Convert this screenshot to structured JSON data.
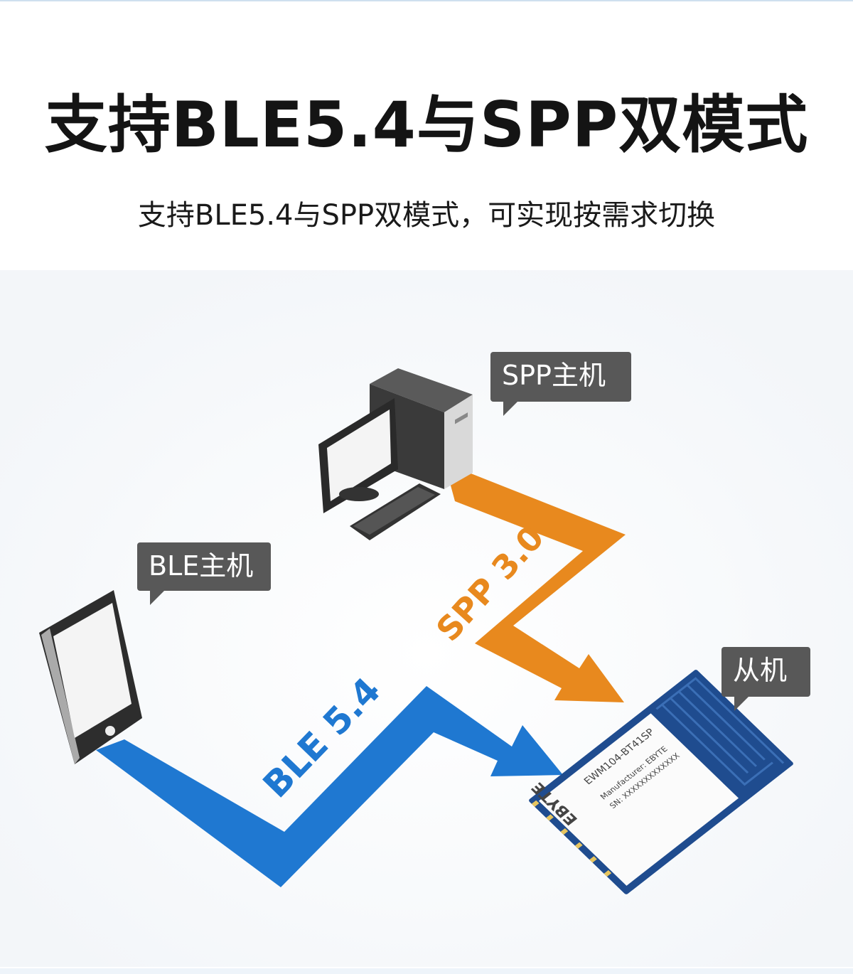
{
  "header": {
    "title": "支持BLE5.4与SPP双模式",
    "subtitle": "支持BLE5.4与SPP双模式，可实现按需求切换"
  },
  "diagram": {
    "spp_host_label": "SPP主机",
    "ble_host_label": "BLE主机",
    "slave_label": "从机",
    "spp_link_label": "SPP 3.0",
    "ble_link_label": "BLE 5.4",
    "module": {
      "brand": "EBYTE",
      "model": "EWM104-BT41SP",
      "manufacturer": "Manufacturer: EBYTE",
      "sn": "SN: XXXXXXXXXXXXX"
    }
  },
  "colors": {
    "spp_link": "#e8891e",
    "ble_link": "#1f78d1",
    "module_pcb": "#1f4c8f",
    "bubble": "#585858"
  }
}
